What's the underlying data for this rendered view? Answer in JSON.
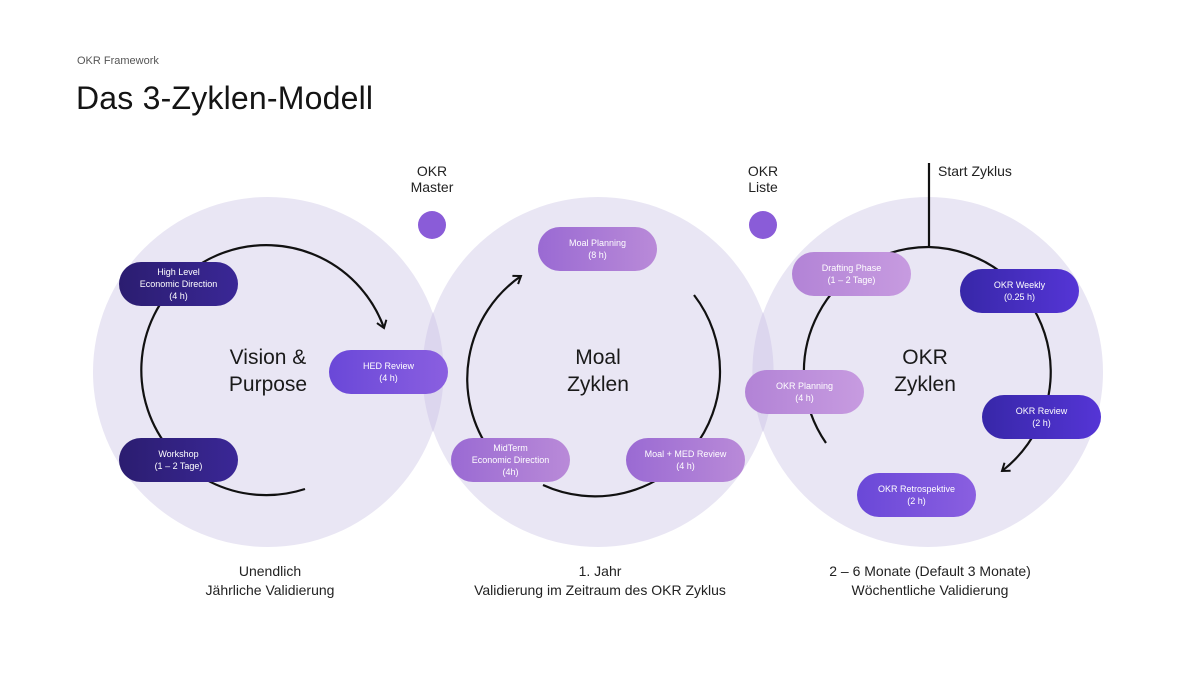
{
  "header": {
    "eyebrow": "OKR Framework",
    "title": "Das 3-Zyklen-Modell"
  },
  "markers": [
    {
      "label_line1": "OKR",
      "label_line2": "Master"
    },
    {
      "label_line1": "OKR",
      "label_line2": "Liste"
    }
  ],
  "start_label": "Start Zyklus",
  "cycles": [
    {
      "center_line1": "Vision &",
      "center_line2": "Purpose",
      "caption_line1": "Unendlich",
      "caption_line2": "Jährliche Validierung"
    },
    {
      "center_line1": "Moal",
      "center_line2": "Zyklen",
      "caption_line1": "1. Jahr",
      "caption_line2": "Validierung im Zeitraum des OKR Zyklus"
    },
    {
      "center_line1": "OKR",
      "center_line2": "Zyklen",
      "caption_line1": "2 – 6 Monate (Default 3 Monate)",
      "caption_line2": "Wöchentliche Validierung"
    }
  ],
  "pills": {
    "high_level": {
      "line1": "High Level",
      "line2": "Economic Direction",
      "line3": "(4 h)"
    },
    "workshop": {
      "line1": "Workshop",
      "line2": "(1 – 2 Tage)"
    },
    "hed_review": {
      "line1": "HED Review",
      "line2": "(4 h)"
    },
    "moal_planning": {
      "line1": "Moal Planning",
      "line2": "(8 h)"
    },
    "midterm": {
      "line1": "MidTerm",
      "line2": "Economic Direction",
      "line3": "(4h)"
    },
    "moal_med_review": {
      "line1": "Moal + MED Review",
      "line2": "(4 h)"
    },
    "drafting": {
      "line1": "Drafting Phase",
      "line2": "(1 – 2 Tage)"
    },
    "okr_weekly": {
      "line1": "OKR Weekly",
      "line2": "(0.25 h)"
    },
    "okr_planning": {
      "line1": "OKR Planning",
      "line2": "(4 h)"
    },
    "okr_review": {
      "line1": "OKR Review",
      "line2": "(2 h)"
    },
    "okr_retro": {
      "line1": "OKR Retrospektive",
      "line2": "(2 h)"
    }
  },
  "colors": {
    "circle_fill": "#e9e6f4",
    "accent": "#8a5cd8",
    "stroke": "#111111"
  }
}
